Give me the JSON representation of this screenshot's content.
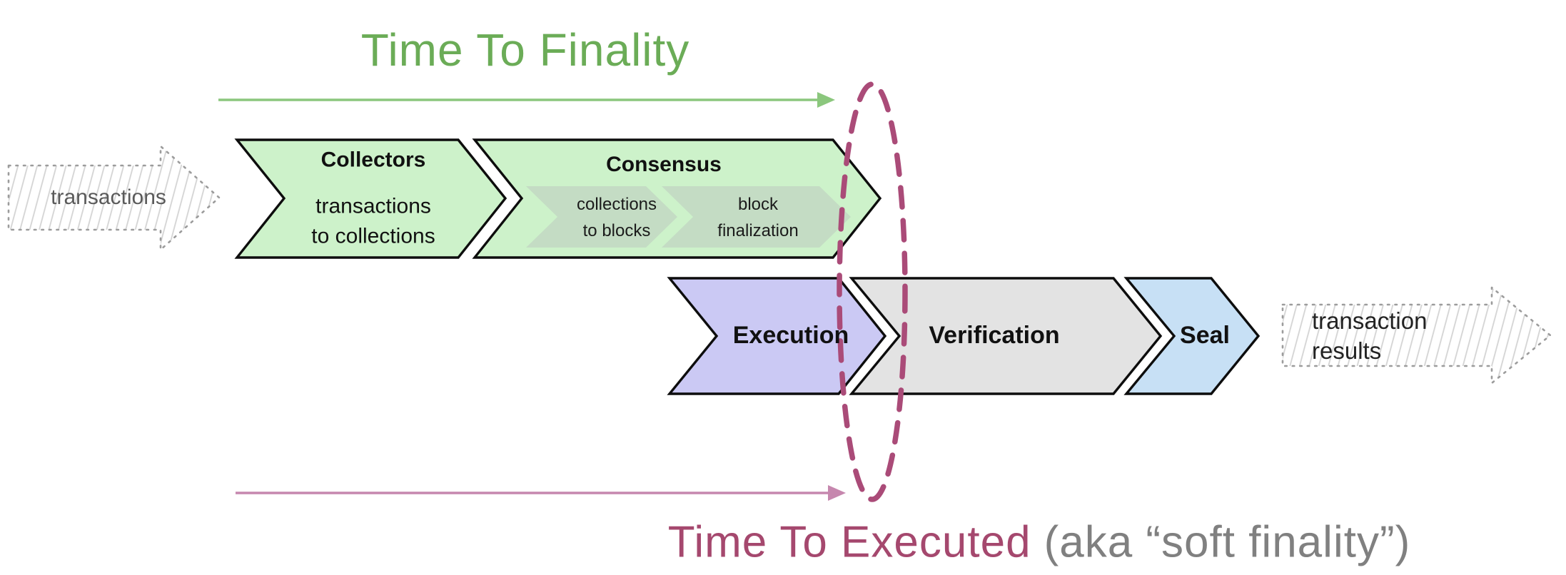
{
  "colors": {
    "green_fill": "#cdf2ca",
    "green_step_fill": "#c4dcc4",
    "purple_fill": "#cbc9f4",
    "gray_fill": "#e3e3e3",
    "blue_fill": "#c7e0f5",
    "outline_black": "#0d0d0d",
    "green_accent": "#6bac57",
    "green_arrow": "#8bc77d",
    "pink_arrow": "#c687ae",
    "maroon_accent": "#aa4b78",
    "caption_gray": "#808080",
    "sketch_border_gray": "#9c9c9c",
    "sketch_hatch_gray": "#d4d4d4"
  },
  "timelines": {
    "finality": {
      "label": "Time To Finality"
    },
    "executed": {
      "label": "Time To Executed",
      "suffix": "(aka “soft finality”)"
    }
  },
  "io": {
    "input": {
      "label": "transactions"
    },
    "output": {
      "label": "transaction\nresults"
    }
  },
  "stages": {
    "collectors": {
      "title": "Collectors",
      "subtitle": "transactions\nto collections"
    },
    "consensus": {
      "title": "Consensus",
      "steps": [
        {
          "label": "collections\nto blocks"
        },
        {
          "label": "block\nfinalization"
        }
      ]
    },
    "execution": {
      "title": "Execution"
    },
    "verification": {
      "title": "Verification"
    },
    "seal": {
      "title": "Seal"
    }
  }
}
